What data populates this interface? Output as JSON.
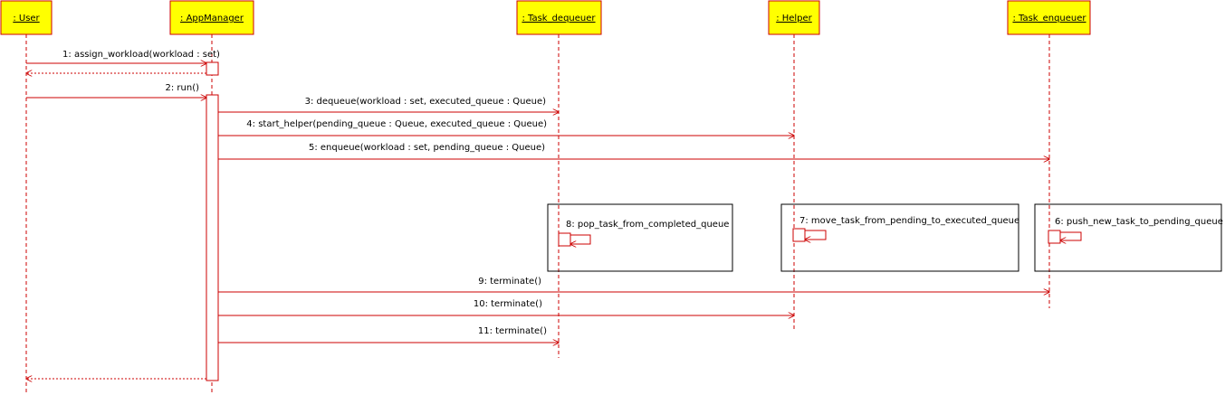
{
  "diagram": {
    "type": "sequence",
    "colors": {
      "line": "#cc0000",
      "participant_fill": "#ffff00",
      "participant_border": "#cc0000",
      "text": "#000000",
      "frame_border": "#000000"
    },
    "participants": [
      {
        "id": "user",
        "label": ": User"
      },
      {
        "id": "appmanager",
        "label": ": AppManager"
      },
      {
        "id": "dequeuer",
        "label": ": Task_dequeuer"
      },
      {
        "id": "helper",
        "label": ": Helper"
      },
      {
        "id": "enqueuer",
        "label": ": Task_enqueuer"
      }
    ],
    "messages": [
      {
        "label": "1: assign_workload(workload : set)",
        "from": "user",
        "to": "appmanager",
        "kind": "call"
      },
      {
        "label": "",
        "from": "appmanager",
        "to": "user",
        "kind": "return"
      },
      {
        "label": "2: run()",
        "from": "user",
        "to": "appmanager",
        "kind": "call"
      },
      {
        "label": "3: dequeue(workload : set, executed_queue : Queue)",
        "from": "appmanager",
        "to": "dequeuer",
        "kind": "call"
      },
      {
        "label": "4: start_helper(pending_queue : Queue, executed_queue : Queue)",
        "from": "appmanager",
        "to": "helper",
        "kind": "call"
      },
      {
        "label": "5: enqueue(workload : set, pending_queue : Queue)",
        "from": "appmanager",
        "to": "enqueuer",
        "kind": "call"
      },
      {
        "label": "9: terminate()",
        "from": "appmanager",
        "to": "enqueuer",
        "kind": "call"
      },
      {
        "label": "10: terminate()",
        "from": "appmanager",
        "to": "helper",
        "kind": "call"
      },
      {
        "label": "11: terminate()",
        "from": "appmanager",
        "to": "dequeuer",
        "kind": "call"
      },
      {
        "label": "",
        "from": "appmanager",
        "to": "user",
        "kind": "return"
      }
    ],
    "self_messages": [
      {
        "label": "8: pop_task_from_completed_queue",
        "on": "dequeuer"
      },
      {
        "label": "7: move_task_from_pending_to_executed_queue",
        "on": "helper"
      },
      {
        "label": "6: push_new_task_to_pending_queue",
        "on": "enqueuer"
      }
    ]
  }
}
